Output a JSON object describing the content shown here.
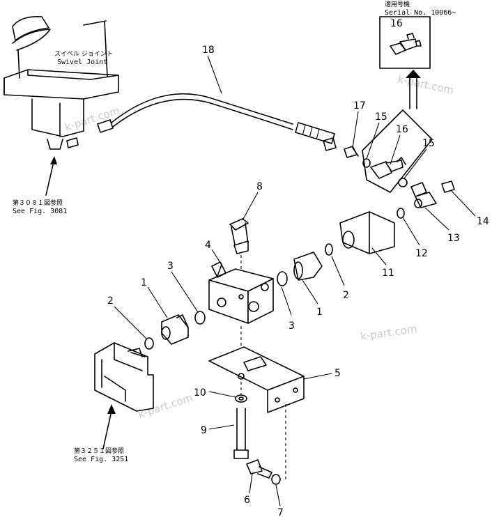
{
  "watermarks": [
    "k-part.com",
    "k-part.com",
    "k-part.com",
    "k-part.com"
  ],
  "serial_note": {
    "jp": "適用号機",
    "en": "Serial No. 10066~"
  },
  "swivel_joint": {
    "jp": "スイベル ジョイント",
    "en": "Swivel Joint"
  },
  "refs": [
    {
      "jp": "第３０８１図参照",
      "en": "See Fig. 3081"
    },
    {
      "jp": "第３２５１図参照",
      "en": "See Fig. 3251"
    }
  ],
  "callouts": {
    "c1a": "1",
    "c1b": "1",
    "c2a": "2",
    "c2b": "2",
    "c3a": "3",
    "c3b": "3",
    "c4": "4",
    "c5": "5",
    "c6": "6",
    "c7": "7",
    "c8": "8",
    "c9": "9",
    "c10": "10",
    "c11": "11",
    "c12": "12",
    "c13": "13",
    "c14": "14",
    "c15a": "15",
    "c15b": "15",
    "c16a": "16",
    "c16b": "16",
    "c17": "17",
    "c18": "18"
  }
}
